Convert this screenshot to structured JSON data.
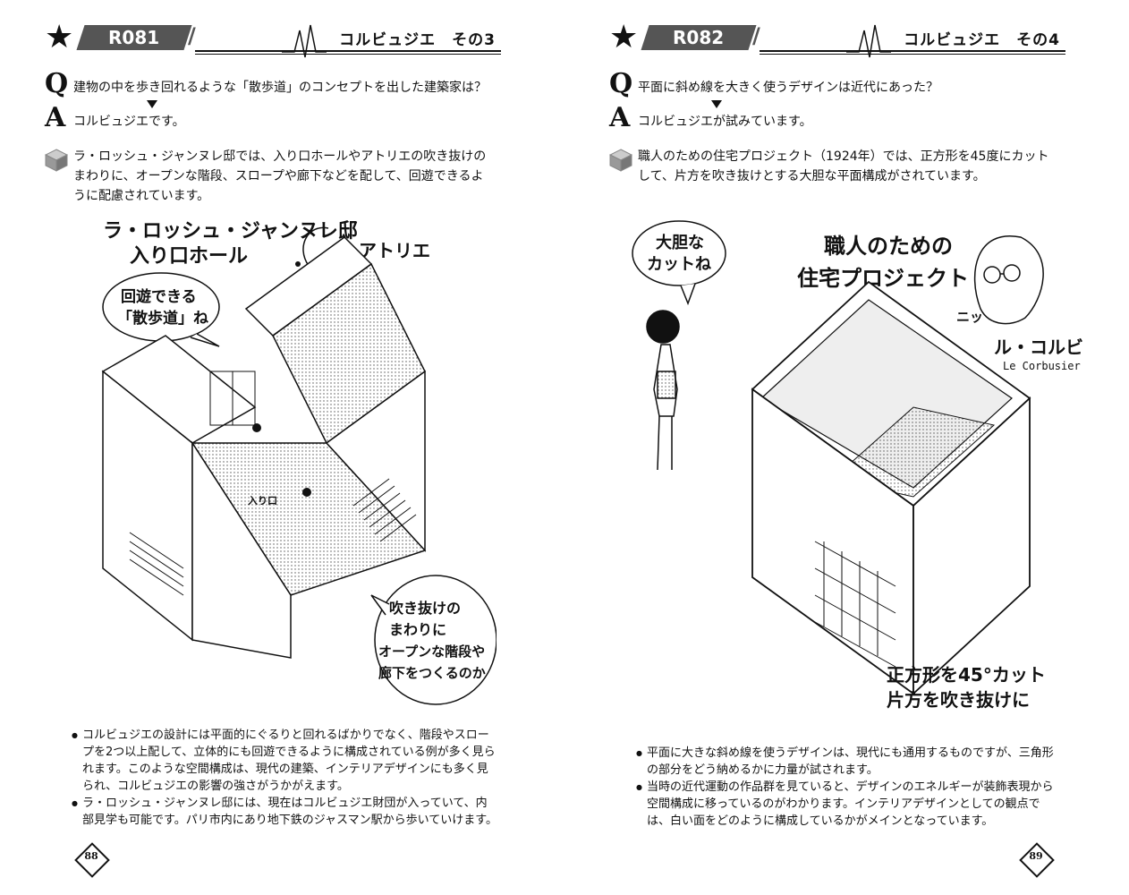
{
  "left": {
    "code": "R081",
    "title": "コルビュジエ　その3",
    "q_label": "Q",
    "question": "建物の中を歩き回れるような「散歩道」のコンセプトを出した建築家は？",
    "a_label": "A",
    "answer": "コルビュジエです。",
    "body": "ラ・ロッシュ・ジャンヌレ邸では、入り口ホールやアトリエの吹き抜けのまわりに、オープンな階段、スロープや廊下などを配して、回遊できるように配慮されています。",
    "illustration": {
      "title_line1": "ラ・ロッシュ・ジャンヌレ邸",
      "title_line2": "入り口ホール",
      "atelier": "アトリエ",
      "bubble1_line1": "回遊できる",
      "bubble1_line2": "「散歩道」ね",
      "entrance": "入り口",
      "bubble2_line1": "吹き抜けの",
      "bubble2_line2": "まわりに",
      "bubble2_line3": "オープンな階段や",
      "bubble2_line4": "廊下をつくるのか"
    },
    "notes": [
      "コルビュジエの設計には平面的にぐるりと回れるばかりでなく、階段やスロープを2つ以上配して、立体的にも回遊できるように構成されている例が多く見られます。このような空間構成は、現代の建築、インテリアデザインにも多く見られ、コルビュジエの影響の強さがうかがえます。",
      "ラ・ロッシュ・ジャンヌレ邸には、現在はコルビュジエ財団が入っていて、内部見学も可能です。パリ市内にあり地下鉄のジャスマン駅から歩いていけます。"
    ],
    "page_number": "88"
  },
  "right": {
    "code": "R082",
    "title": "コルビュジエ　その4",
    "q_label": "Q",
    "question": "平面に斜め線を大きく使うデザインは近代にあった？",
    "a_label": "A",
    "answer": "コルビュジエが試みています。",
    "body": "職人のための住宅プロジェクト（1924年）では、正方形を45度にカットして、片方を吹き抜けとする大胆な平面構成がされています。",
    "illustration": {
      "bubble_line1": "大胆な",
      "bubble_line2": "カットね",
      "title_line1": "職人のための",
      "title_line2": "住宅プロジェクト",
      "sfx": "ニッ",
      "name_ja": "ル・コルビュジエ",
      "name_en": "Le Corbusier",
      "caption_line1": "正方形を45°カット",
      "caption_line2": "片方を吹き抜けに"
    },
    "notes": [
      "平面に大きな斜め線を使うデザインは、現代にも通用するものですが、三角形の部分をどう納めるかに力量が試されます。",
      "当時の近代運動の作品群を見ていると、デザインのエネルギーが装飾表現から空間構成に移っているのがわかります。インテリアデザインとしての観点では、白い面をどのように構成しているかがメインとなっています。"
    ],
    "page_number": "89"
  }
}
